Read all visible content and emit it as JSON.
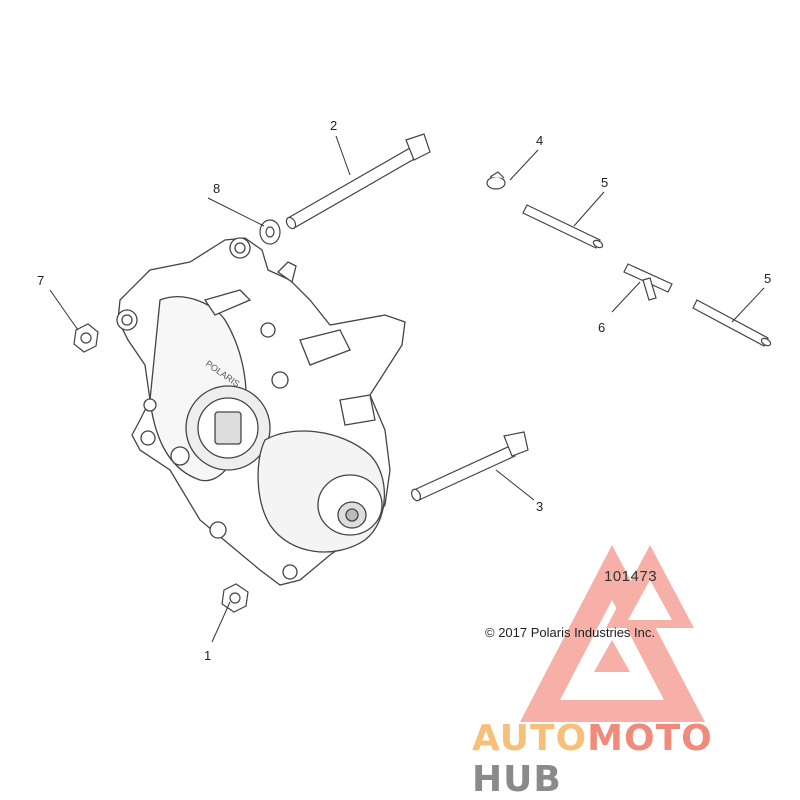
{
  "callouts": [
    {
      "id": "1",
      "label": "1"
    },
    {
      "id": "2",
      "label": "2"
    },
    {
      "id": "3",
      "label": "3"
    },
    {
      "id": "4",
      "label": "4"
    },
    {
      "id": "5a",
      "label": "5"
    },
    {
      "id": "5b",
      "label": "5"
    },
    {
      "id": "6",
      "label": "6"
    },
    {
      "id": "7",
      "label": "7"
    },
    {
      "id": "8",
      "label": "8"
    }
  ],
  "diagram_number": "101473",
  "copyright": "© 2017 Polaris Industries Inc.",
  "casing_logo": "POLARIS",
  "watermark": {
    "part1": "AUTO",
    "part2": "MOTO",
    "part3": "HUB",
    "color_auto": "#f6c07a",
    "color_moto": "#f08a7a",
    "color_hub": "#8a8a8a",
    "triangle_color": "#f28b82"
  }
}
